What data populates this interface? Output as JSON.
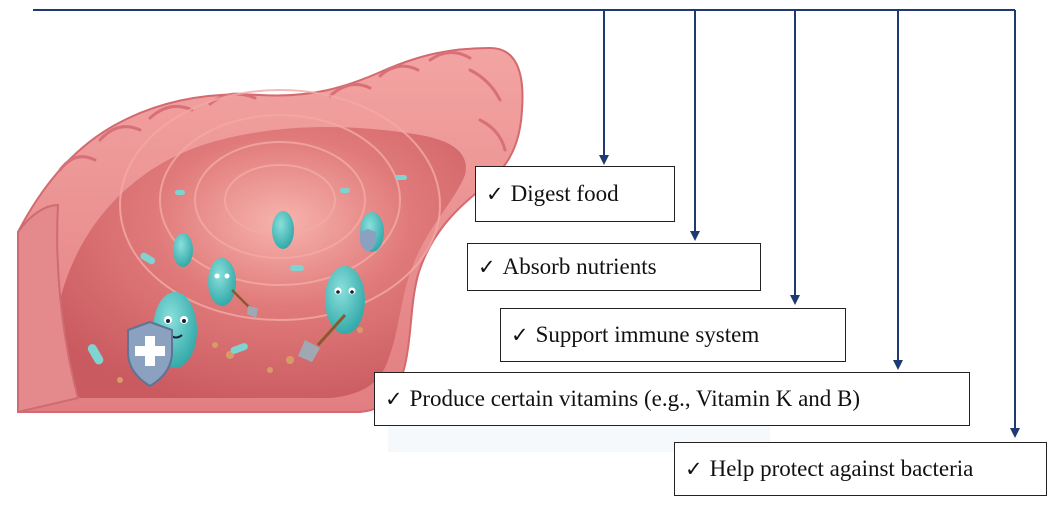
{
  "benefits": [
    {
      "check": "✓",
      "text": "Digest food"
    },
    {
      "check": "✓",
      "text": "Absorb nutrients"
    },
    {
      "check": "✓",
      "text": "Support immune system"
    },
    {
      "check": "✓",
      "text": "Produce certain vitamins (e.g., Vitamin K and B)"
    },
    {
      "check": "✓",
      "text": "Help protect against bacteria"
    }
  ],
  "colors": {
    "connector": "#1f3a73",
    "tissue": "#e98c8c",
    "tissue_dark": "#c85a5e",
    "lumen": "#d96b6f",
    "microbe": "#4cc3c0",
    "shield": "#7f97b6"
  },
  "illustration": {
    "subject": "intestine-with-microbes-illustration",
    "icons": [
      "microbe-icon",
      "shield-icon",
      "shovel-icon"
    ]
  }
}
